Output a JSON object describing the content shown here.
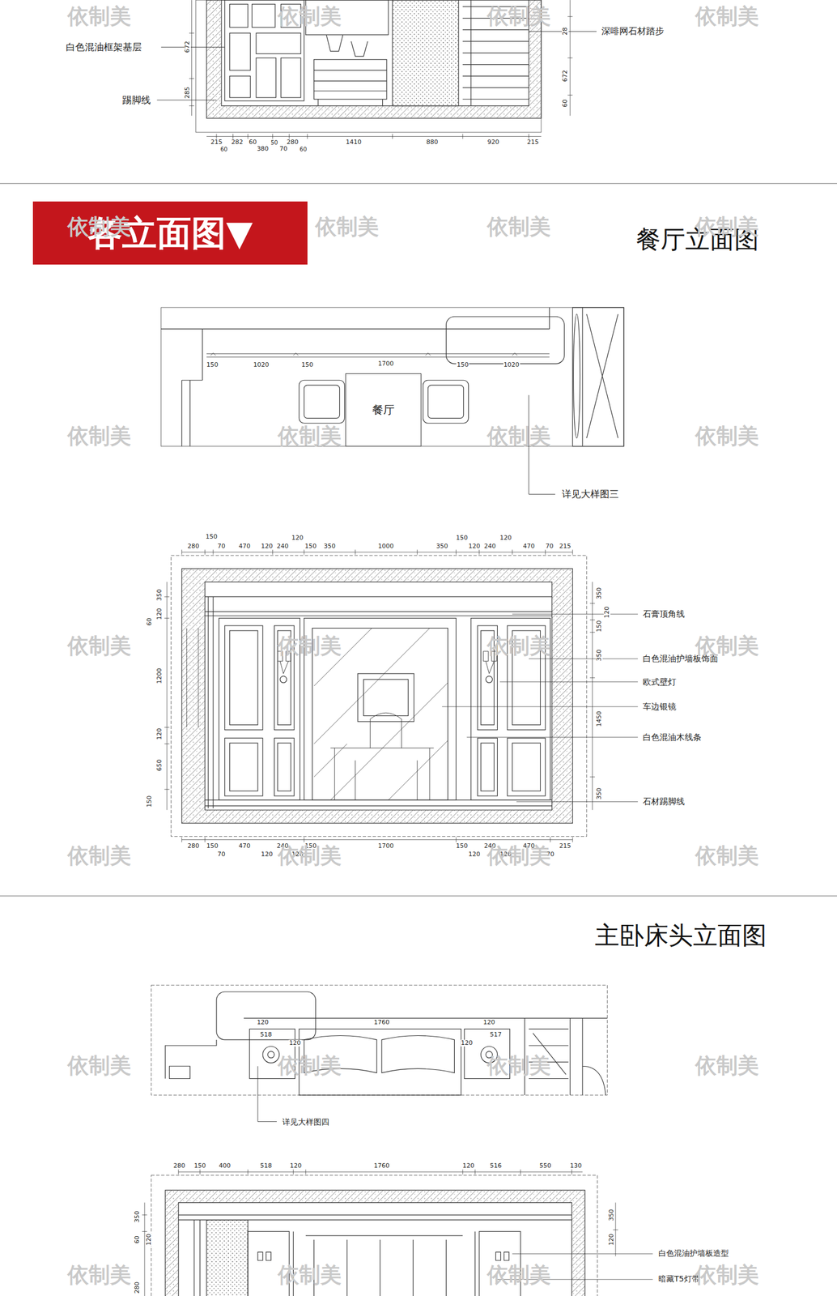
{
  "diagram": {
    "nodes": [
      {
        "text": [
          "各立面图▼"
        ]
      },
      {
        "text": [
          "餐厅"
        ]
      }
    ],
    "labels": [
      "白色混油框架基层",
      "踢脚线",
      "深啡网石材踏步",
      "215",
      "282",
      "60",
      "60",
      "380",
      "50",
      "70",
      "280",
      "60",
      "1410",
      "880",
      "920",
      "215",
      "672",
      "285",
      "28",
      "672",
      "60",
      "餐厅立面图",
      "150",
      "1020",
      "150",
      "1700",
      "150",
      "1020",
      "详见大样图三",
      "150",
      "280",
      "70",
      "470",
      "120",
      "240",
      "120",
      "150",
      "350",
      "1000",
      "350",
      "150",
      "120",
      "240",
      "120",
      "470",
      "70",
      "215",
      "350",
      "120",
      "60",
      "1200",
      "120",
      "650",
      "150",
      "350",
      "120",
      "150",
      "350",
      "1450",
      "350",
      "石膏顶角线",
      "白色混油护墙板饰面",
      "欧式壁灯",
      "车边银镜",
      "白色混油木线条",
      "石材踢脚线",
      "280",
      "150",
      "70",
      "470",
      "120",
      "240",
      "120",
      "150",
      "1700",
      "150",
      "120",
      "240",
      "120",
      "470",
      "70",
      "215",
      "主卧床头立面图",
      "120",
      "518",
      "120",
      "1760",
      "120",
      "120",
      "517",
      "详见大样图四",
      "280",
      "150",
      "400",
      "518",
      "120",
      "1760",
      "120",
      "516",
      "550",
      "130",
      "350",
      "120",
      "60",
      "280",
      "350",
      "120",
      "白色混油护墙板造型",
      "暗藏T5灯带",
      "依制美",
      "依制美",
      "依制美",
      "依制美",
      "依制美",
      "依制美",
      "依制美",
      "依制美",
      "依制美",
      "依制美",
      "依制美",
      "依制美",
      "依制美",
      "依制美",
      "依制美",
      "依制美",
      "依制美",
      "依制美",
      "依制美",
      "依制美",
      "依制美",
      "依制美",
      "依制美",
      "依制美",
      "依制美",
      "依制美",
      "依制美",
      "依制美"
    ]
  }
}
